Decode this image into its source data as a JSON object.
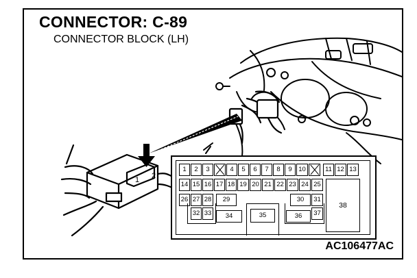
{
  "title": "CONNECTOR: C-89",
  "subtitle": "CONNECTOR BLOCK (LH)",
  "figure_code": "AC106477AC",
  "connector_cells": {
    "r1": [
      "1",
      "2",
      "3",
      "",
      "4",
      "5",
      "6",
      "7",
      "8",
      "9",
      "10",
      "",
      "11",
      "12",
      "13"
    ],
    "r2": [
      "14",
      "15",
      "16",
      "17",
      "18",
      "19",
      "20",
      "21",
      "22",
      "23",
      "24",
      "25"
    ],
    "r3": [
      "26",
      "27",
      "28",
      "29",
      "30",
      "31"
    ],
    "r4": [
      "32",
      "33",
      "34",
      "35",
      "36",
      "37"
    ],
    "big": "38"
  },
  "small_connector_labels": [
    "1",
    "2"
  ]
}
